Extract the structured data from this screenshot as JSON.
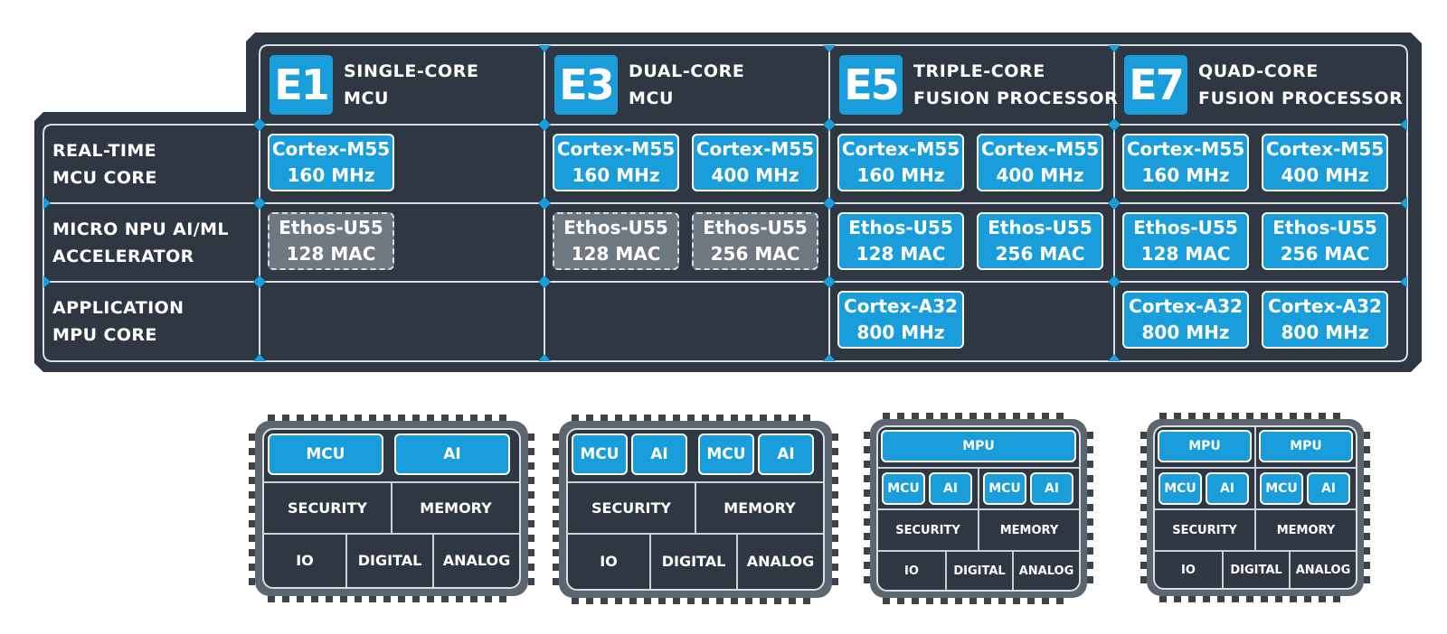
{
  "colors": {
    "panel": "#2f3842",
    "accent": "#1a9ddb",
    "inactive": "#6e7880",
    "line": "#d8dde2"
  },
  "columns": [
    {
      "badge": "E1",
      "line1": "SINGLE-CORE",
      "line2": "MCU"
    },
    {
      "badge": "E3",
      "line1": "DUAL-CORE",
      "line2": "MCU"
    },
    {
      "badge": "E5",
      "line1": "TRIPLE-CORE",
      "line2": "FUSION PROCESSOR"
    },
    {
      "badge": "E7",
      "line1": "QUAD-CORE",
      "line2": "FUSION PROCESSOR"
    }
  ],
  "rows": [
    {
      "line1": "REAL-TIME",
      "line2": "MCU CORE"
    },
    {
      "line1": "MICRO NPU AI/ML",
      "line2": "ACCELERATOR"
    },
    {
      "line1": "APPLICATION",
      "line2": "MPU CORE"
    }
  ],
  "cells": {
    "e1": {
      "m55_a": {
        "line1": "Cortex-M55",
        "line2": "160 MHz"
      },
      "u55_a": {
        "line1": "Ethos-U55",
        "line2": "128 MAC",
        "state": "inactive"
      }
    },
    "e3": {
      "m55_a": {
        "line1": "Cortex-M55",
        "line2": "160 MHz"
      },
      "m55_b": {
        "line1": "Cortex-M55",
        "line2": "400 MHz"
      },
      "u55_a": {
        "line1": "Ethos-U55",
        "line2": "128 MAC",
        "state": "inactive"
      },
      "u55_b": {
        "line1": "Ethos-U55",
        "line2": "256 MAC",
        "state": "inactive"
      }
    },
    "e5": {
      "m55_a": {
        "line1": "Cortex-M55",
        "line2": "160 MHz"
      },
      "m55_b": {
        "line1": "Cortex-M55",
        "line2": "400 MHz"
      },
      "u55_a": {
        "line1": "Ethos-U55",
        "line2": "128 MAC"
      },
      "u55_b": {
        "line1": "Ethos-U55",
        "line2": "256 MAC"
      },
      "a32_a": {
        "line1": "Cortex-A32",
        "line2": "800 MHz"
      }
    },
    "e7": {
      "m55_a": {
        "line1": "Cortex-M55",
        "line2": "160 MHz"
      },
      "m55_b": {
        "line1": "Cortex-M55",
        "line2": "400 MHz"
      },
      "u55_a": {
        "line1": "Ethos-U55",
        "line2": "128 MAC"
      },
      "u55_b": {
        "line1": "Ethos-U55",
        "line2": "256 MAC"
      },
      "a32_a": {
        "line1": "Cortex-A32",
        "line2": "800 MHz"
      },
      "a32_b": {
        "line1": "Cortex-A32",
        "line2": "800 MHz"
      }
    }
  },
  "chips": {
    "mcu": "MCU",
    "ai": "AI",
    "mpu": "MPU",
    "security": "SECURITY",
    "memory": "MEMORY",
    "io": "IO",
    "digital": "DIGITAL",
    "analog": "ANALOG"
  }
}
